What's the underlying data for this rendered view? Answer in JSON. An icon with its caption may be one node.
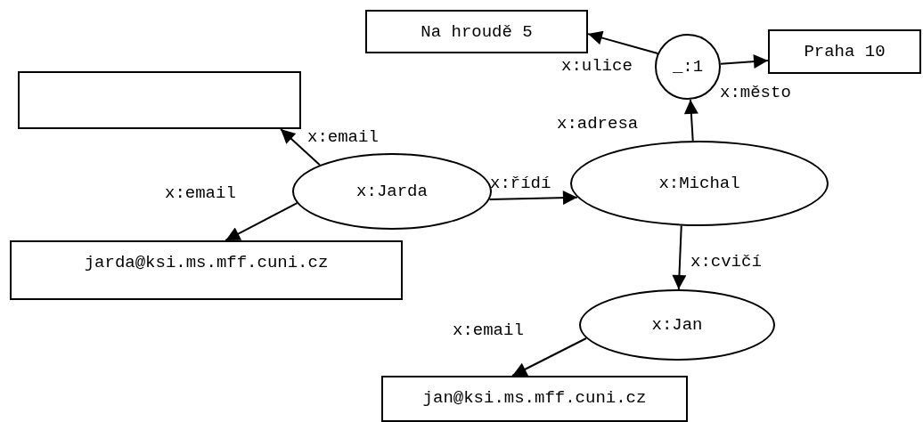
{
  "diagram": {
    "nodes": [
      {
        "text": [
          "Na hroudě 5"
        ]
      },
      {
        "text": [
          "_:1"
        ]
      },
      {
        "text": [
          "Praha 10"
        ]
      },
      {
        "text": [],
        "shape": "box"
      },
      {
        "text": [
          "x:Jarda"
        ]
      },
      {
        "text": [
          "x:Michal"
        ]
      },
      {
        "text": [
          "jarda@ksi.ms.mff.cuni.cz"
        ]
      },
      {
        "text": [
          "x:Jan"
        ]
      },
      {
        "text": [
          "jan@ksi.ms.mff.cuni.cz"
        ]
      }
    ],
    "edges": [
      {
        "from": 1,
        "to": 0,
        "arrow": "to",
        "label": "x:ulice"
      },
      {
        "from": 1,
        "to": 2,
        "arrow": "to",
        "label": "x:město"
      },
      {
        "from": 5,
        "to": 1,
        "arrow": "to",
        "label": "x:adresa"
      },
      {
        "from": 4,
        "to": 3,
        "arrow": "to",
        "label": "x:email"
      },
      {
        "from": 4,
        "to": 6,
        "arrow": "to",
        "label": "x:email"
      },
      {
        "from": 4,
        "to": 5,
        "arrow": "to",
        "label": "x:řídí"
      },
      {
        "from": 5,
        "to": 7,
        "arrow": "to",
        "label": "x:cvičí"
      },
      {
        "from": 7,
        "to": 8,
        "arrow": "to",
        "label": "x:email"
      }
    ]
  }
}
